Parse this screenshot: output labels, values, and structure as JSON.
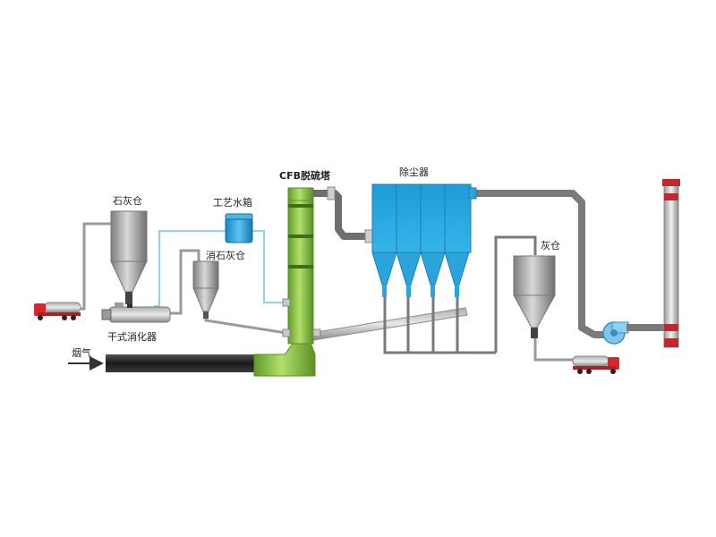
{
  "labels": {
    "lime_silo": "石灰仓",
    "process_water_tank": "工艺水箱",
    "cfb_tower": "CFB脱硫塔",
    "dust_collector": "除尘器",
    "ash_silo": "灰仓",
    "slaked_lime_silo": "消石灰仓",
    "dry_slaker": "干式消化器",
    "flue_gas": "烟气"
  },
  "colors": {
    "pipe_gray": "#8c8c8c",
    "water_line": "#8fd3ee",
    "tower_green": "#8cc63f",
    "collector_blue": "#29a8e0",
    "silo_gray": "#a8a8a8",
    "stack_red": "#c0282d",
    "flue_duct": "#2b2b2b",
    "truck_red": "#d9262c"
  }
}
